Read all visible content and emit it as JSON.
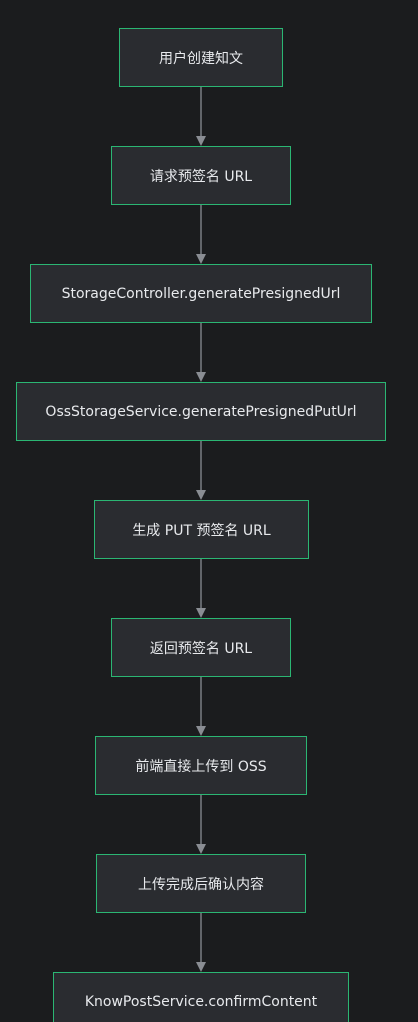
{
  "flow": {
    "nodes": [
      "用户创建知文",
      "请求预签名 URL",
      "StorageController.generatePresignedUrl",
      "OssStorageService.generatePresignedPutUrl",
      "生成 PUT 预签名 URL",
      "返回预签名 URL",
      "前端直接上传到 OSS",
      "上传完成后确认内容",
      "KnowPostService.confirmContent"
    ]
  },
  "colors": {
    "background": "#1b1c1e",
    "node_fill": "#2a2c30",
    "node_border": "#2bb673",
    "node_text": "#e8eaed",
    "edge": "#8a8d93"
  }
}
